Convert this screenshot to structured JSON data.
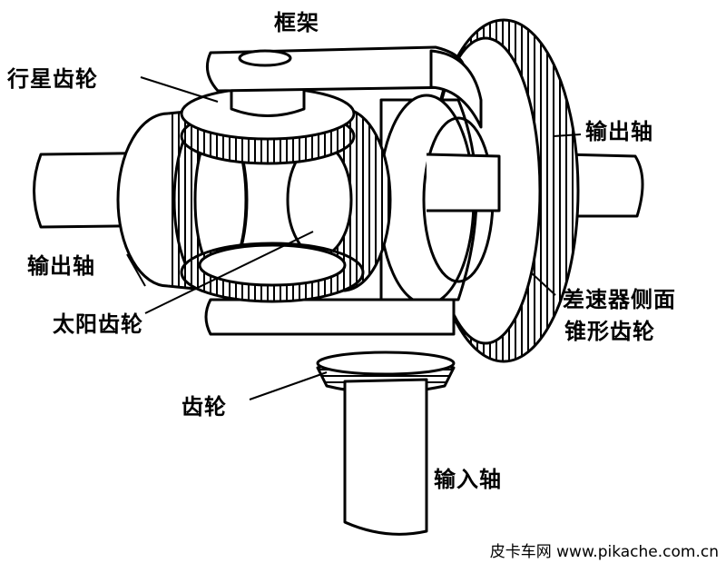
{
  "labels": {
    "frame": "框架",
    "planet_gear": "行星齿轮",
    "output_shaft_right": "输出轴",
    "output_shaft_left": "输出轴",
    "sun_gear": "太阳齿轮",
    "side_bevel_line1": "差速器侧面",
    "side_bevel_line2": "锥形齿轮",
    "gear": "齿轮",
    "input_shaft": "输入轴"
  },
  "watermark": "皮卡车网 www.pikache.com.cn",
  "colors": {
    "ink": "#000000",
    "paper": "#ffffff",
    "shade": "#d8d8d8"
  }
}
